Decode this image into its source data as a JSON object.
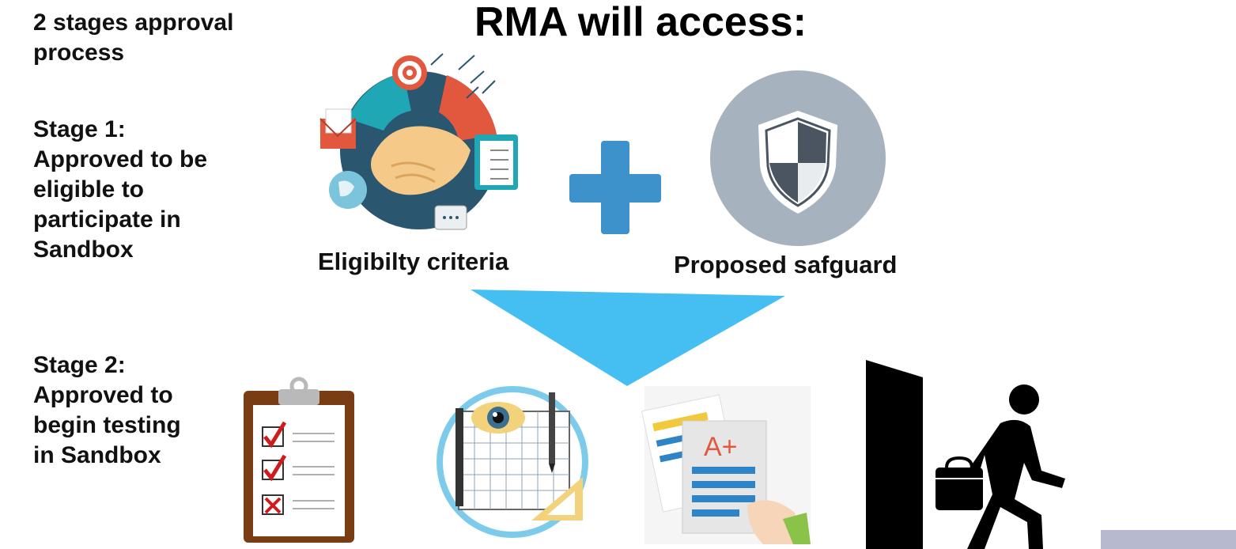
{
  "title": "RMA will access:",
  "intro": "2 stages approval\nprocess",
  "stage1": {
    "text": "Stage 1:\nApproved to be\neligible to\nparticipate in\nSandbox",
    "items": [
      {
        "label": "Eligibilty criteria",
        "icon": "handshake-icon"
      },
      {
        "label": "Proposed safguard",
        "icon": "shield-icon"
      }
    ]
  },
  "stage2": {
    "text": "Stage 2:\nApproved to\nbegin testing\nin Sandbox",
    "icons": [
      "clipboard-checklist-icon",
      "eye-grid-plan-icon",
      "graded-documents-icon",
      "exit-door-person-icon"
    ],
    "grade": "A+"
  },
  "colors": {
    "plus": "#3E92CC",
    "funnel": "#45BFF2",
    "shield_circle": "#A6B3BF",
    "handshake_ring": "#2B5670"
  }
}
